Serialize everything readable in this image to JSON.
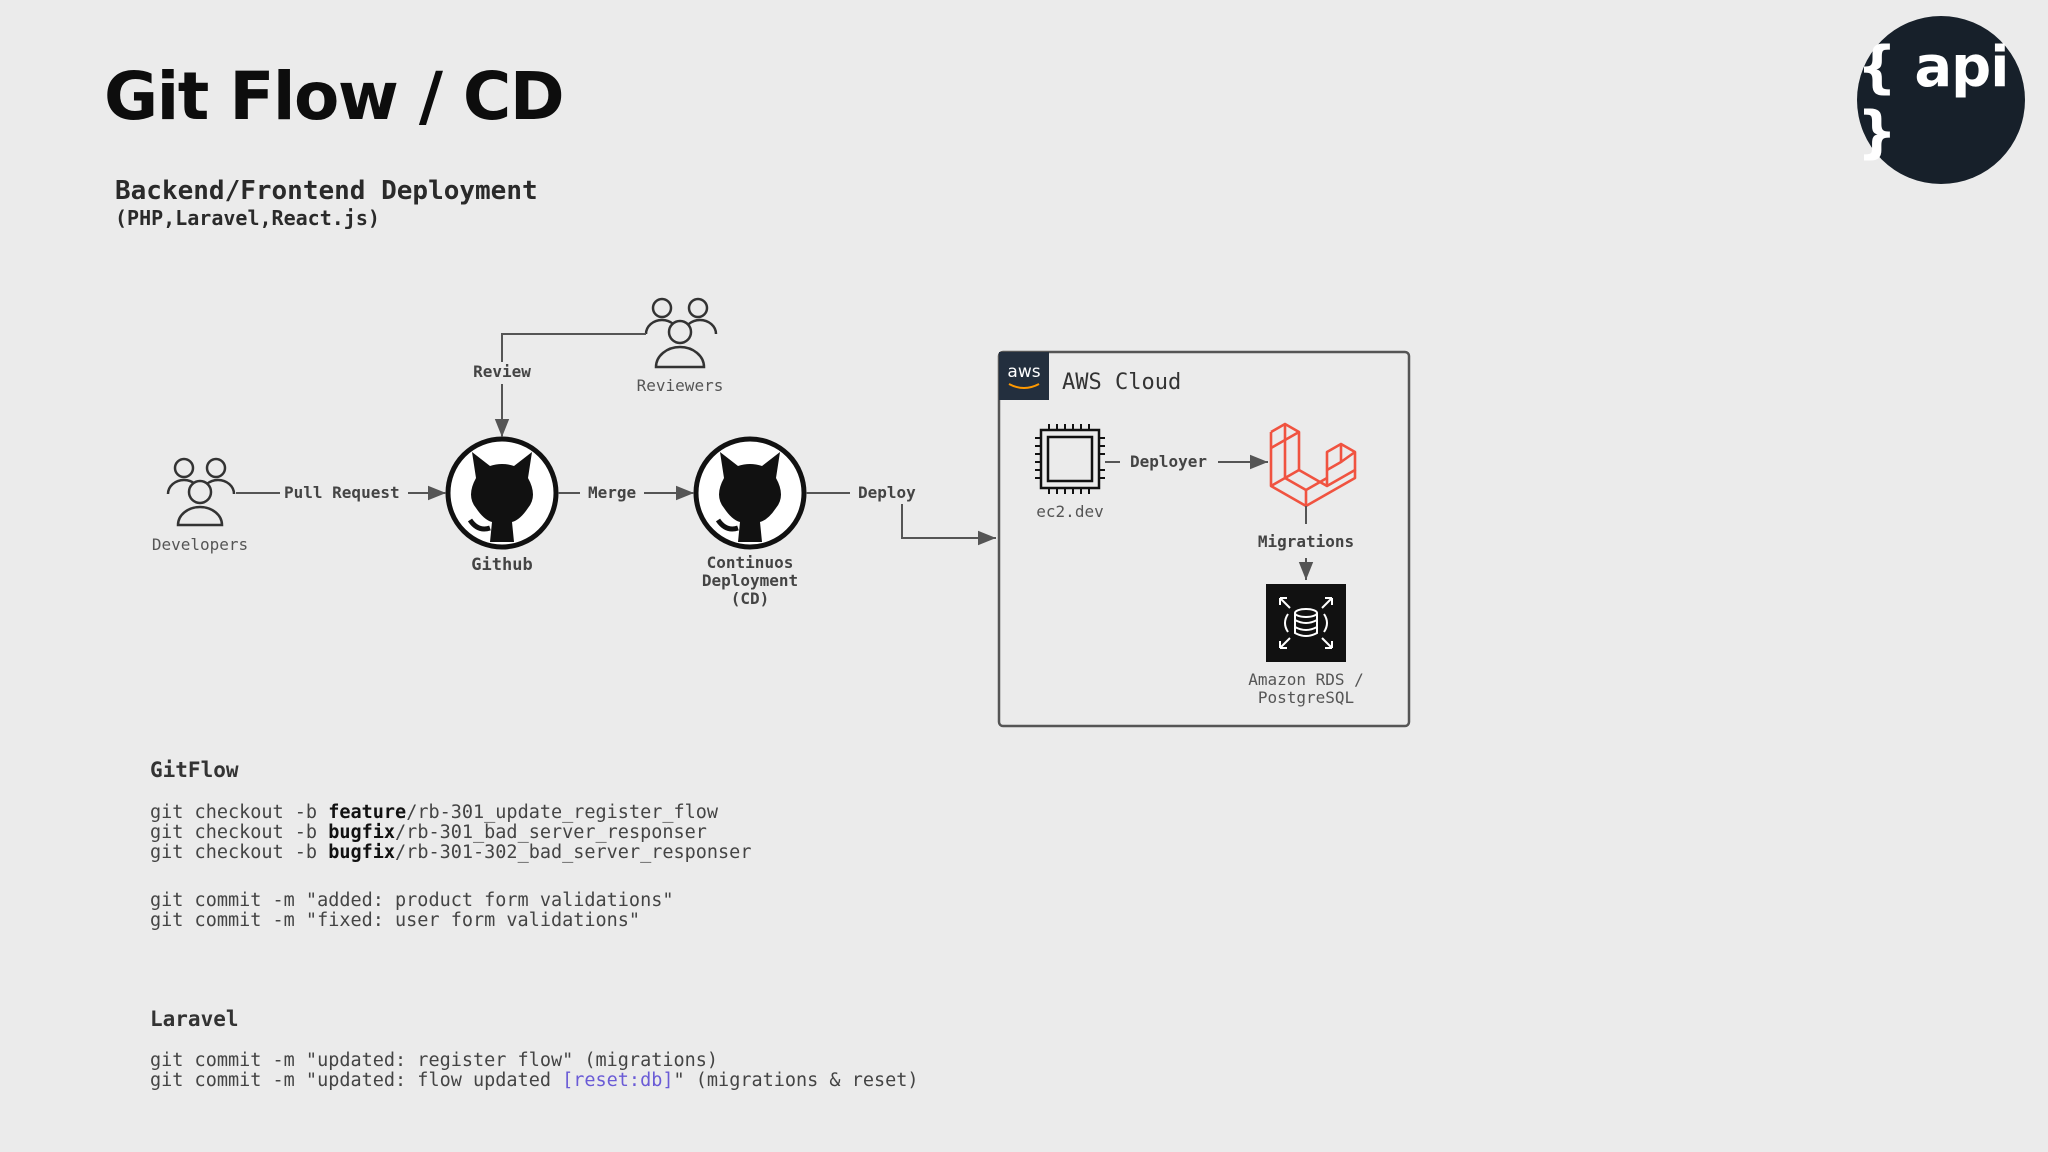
{
  "slide": {
    "title": "Git Flow / CD",
    "logo_text": "{ api }"
  },
  "diagram": {
    "heading": "Backend/Frontend Deployment",
    "subheading": "(PHP,Laravel,React.js)",
    "nodes": {
      "developers": "Developers",
      "reviewers": "Reviewers",
      "github": "Github",
      "cd_line1": "Continuos",
      "cd_line2": "Deployment",
      "cd_line3": "(CD)",
      "aws_badge": "aws",
      "aws_cloud": "AWS Cloud",
      "ec2": "ec2.dev",
      "rds_line1": "Amazon RDS /",
      "rds_line2": "PostgreSQL"
    },
    "edges": {
      "pull_request": "Pull Request",
      "review": "Review",
      "merge": "Merge",
      "deploy": "Deploy",
      "deployer": "Deployer",
      "migrations": "Migrations"
    },
    "colors": {
      "laravel": "#f05340",
      "line": "#555555",
      "dark": "#111111",
      "aws_badge_bg": "#232f3e",
      "highlight": "#6a5bd6"
    }
  },
  "gitflow": {
    "heading": "GitFlow",
    "checkout": [
      {
        "cmd": "git checkout -b ",
        "kw": "feature",
        "rest": "/rb-301_update_register_flow"
      },
      {
        "cmd": "git checkout -b ",
        "kw": "bugfix",
        "rest": "/rb-301_bad_server_responser"
      },
      {
        "cmd": "git checkout -b ",
        "kw": "bugfix",
        "rest": "/rb-301-302_bad_server_responser"
      }
    ],
    "commits": [
      "git commit -m \"added: product form validations\"",
      "git commit -m \"fixed: user form validations\""
    ]
  },
  "laravel": {
    "heading": "Laravel",
    "line1": "git commit -m \"updated: register flow\" (migrations)",
    "line2_pre": "git commit -m \"updated: flow updated ",
    "line2_hl": "[reset:db]",
    "line2_post": "\" (migrations & reset)"
  }
}
